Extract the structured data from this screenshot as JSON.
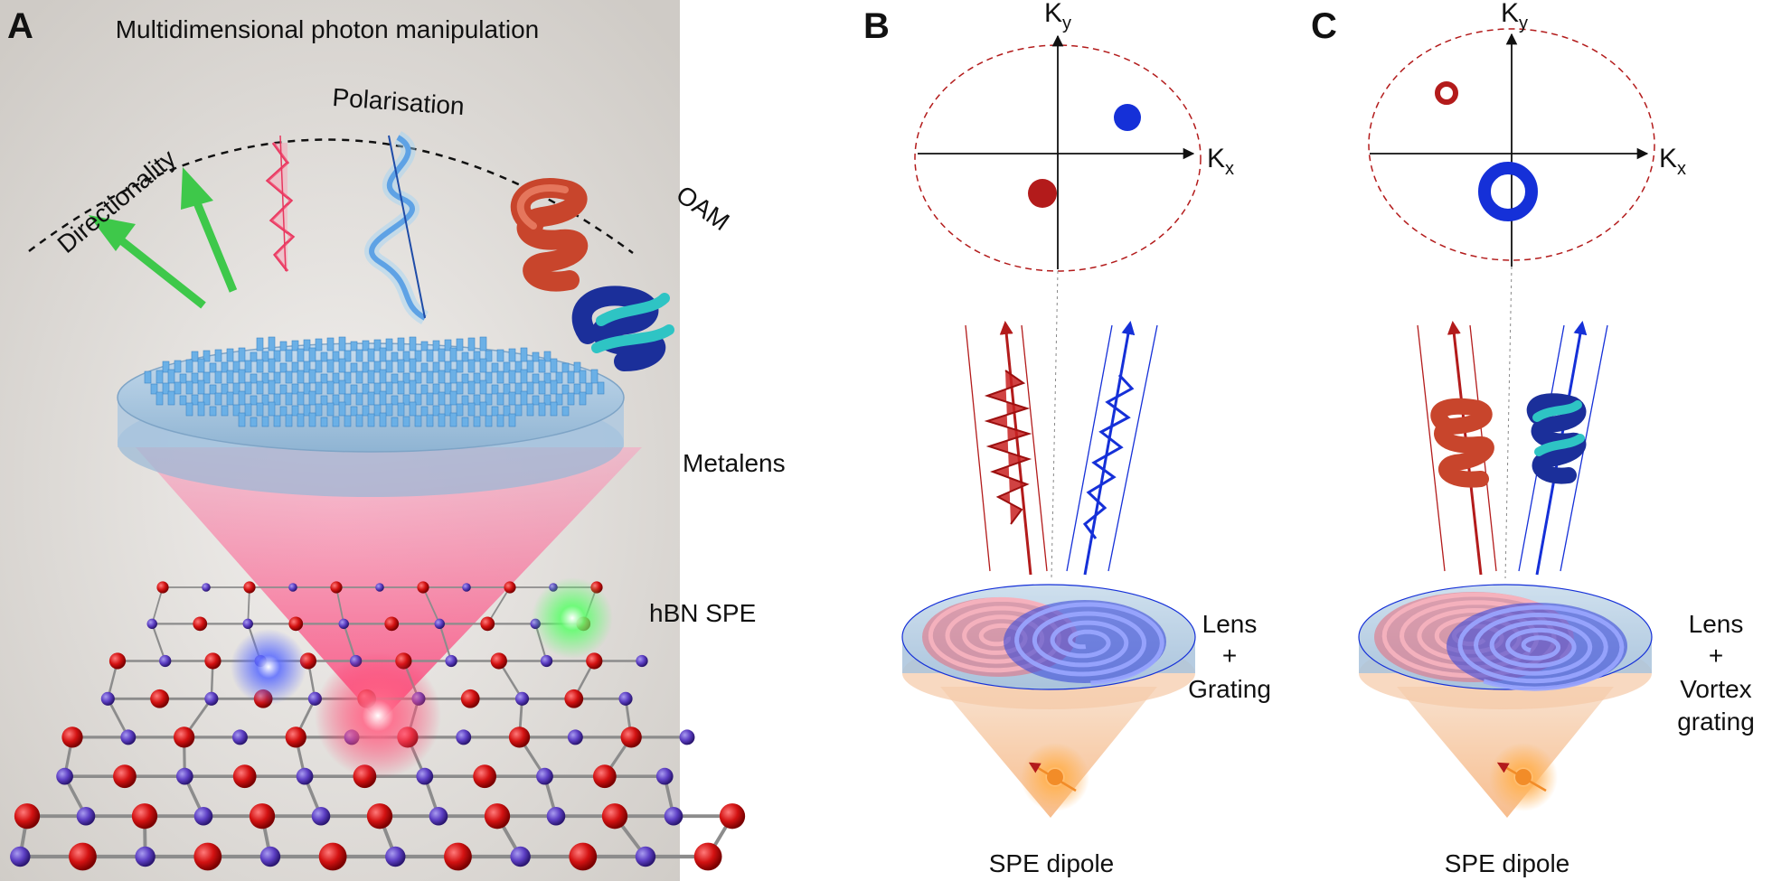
{
  "panels": [
    {
      "letter": "A"
    },
    {
      "letter": "B"
    },
    {
      "letter": "C"
    }
  ],
  "panel_a": {
    "title": "Multidimensional photon manipulation",
    "arc_labels": {
      "directionality": "Directionality",
      "polarisation": "Polarisation",
      "oam": "OAM"
    },
    "metalens_label": "Metalens",
    "spe_label": "hBN SPE"
  },
  "panel_b": {
    "axis_y": "K",
    "axis_y_sub": "y",
    "axis_x": "K",
    "axis_x_sub": "x",
    "element_label": [
      "Lens",
      "+",
      "Grating"
    ],
    "dipole_label": "SPE dipole"
  },
  "panel_c": {
    "axis_y": "K",
    "axis_y_sub": "y",
    "axis_x": "K",
    "axis_x_sub": "x",
    "element_label": [
      "Lens",
      "+",
      "Vortex",
      "grating"
    ],
    "dipole_label": "SPE dipole"
  },
  "colors": {
    "red": "#b31b1b",
    "blue": "#1530d8",
    "green": "#3ec84a",
    "cyan": "#2ec4c4",
    "orange": "#f28c28",
    "panel_bg": "#dedbd6",
    "lens_blue": "#9ec0dc"
  }
}
